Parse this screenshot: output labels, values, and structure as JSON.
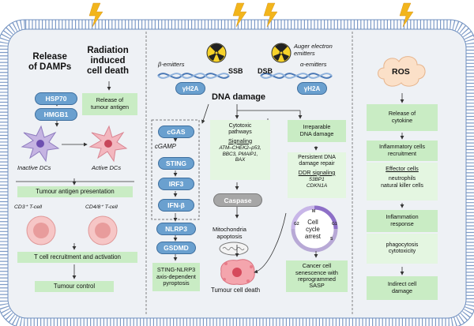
{
  "left": {
    "damps_title": "Release\nof DAMPs",
    "death_title": "Radiation\ninduced\ncell death",
    "hsp70": "HSP70",
    "hmgb1": "HMGB1",
    "tumour_antigen": "Release of\ntumour antigen",
    "inactive_dcs": "Inactive DCs",
    "active_dcs": "Active DCs",
    "antigen_presentation": "Tumour antigen presentation",
    "cd3": "CD3⁺ T-cell",
    "cd48": "CD4/8⁺ T-cell",
    "t_recruit": "T cell recruitment and activation",
    "tumour_control": "Tumour control"
  },
  "sting": {
    "cgas": "cGAS",
    "cgamp": "cGAMP",
    "sting": "STING",
    "irf3": "IRF3",
    "ifnb": "IFN-β",
    "nlrp3": "NLRP3",
    "gsdmd": "GSDMD",
    "pyroptosis": "STING-NLRP3\naxis-dependent\npyroptosis"
  },
  "center": {
    "beta": "β-emitters",
    "ssb": "SSB",
    "dsb": "DSB",
    "auger": "Auger electron\nemitters",
    "alpha": "α-emitters",
    "h2a_left": "γH2A",
    "h2a_right": "γH2A",
    "dna_damage": "DNA damage",
    "cytotoxic": "Cytotoxic\npathways",
    "signaling": "Signaling",
    "signaling_genes": "ATM–CHEK2–p53,\nBBC3, PMAIP1,\nBAX",
    "caspase": "Caspase",
    "mito": "Mitochondria\napoptosis",
    "tumour_death": "Tumour cell death",
    "irreparable": "Irreparable\nDNA damage",
    "persistent": "Persistent DNA\ndamage repair",
    "ddr": "DDR signaling",
    "ddr_genes": "53BP1\nCDKN1A",
    "cell_cycle": "Cell\ncycle\narrest",
    "phases": [
      "M",
      "G1",
      "S",
      "G2"
    ],
    "senescence": "Cancer cell\nsenescence with\nreprogrammed\nSASP"
  },
  "right": {
    "ros": "ROS",
    "cytokine": "Release of\ncytokine",
    "inflammatory": "Inflammatory cells\nrecruitment",
    "effector": "Effector cells",
    "effector_list": "neutrophils\nnatural killer cells",
    "inflammation": "Inflammation\nresponse",
    "phago": "phagocytosis\ncytotoxicity",
    "indirect": "Indirect cell\ndamage"
  },
  "colors": {
    "green_box": "#c9ecc4",
    "pill_blue": "#6aa0cf",
    "membrane": "#6f8fbf",
    "bolt": "#f2b51c",
    "cell_bg": "#eef1f5"
  }
}
